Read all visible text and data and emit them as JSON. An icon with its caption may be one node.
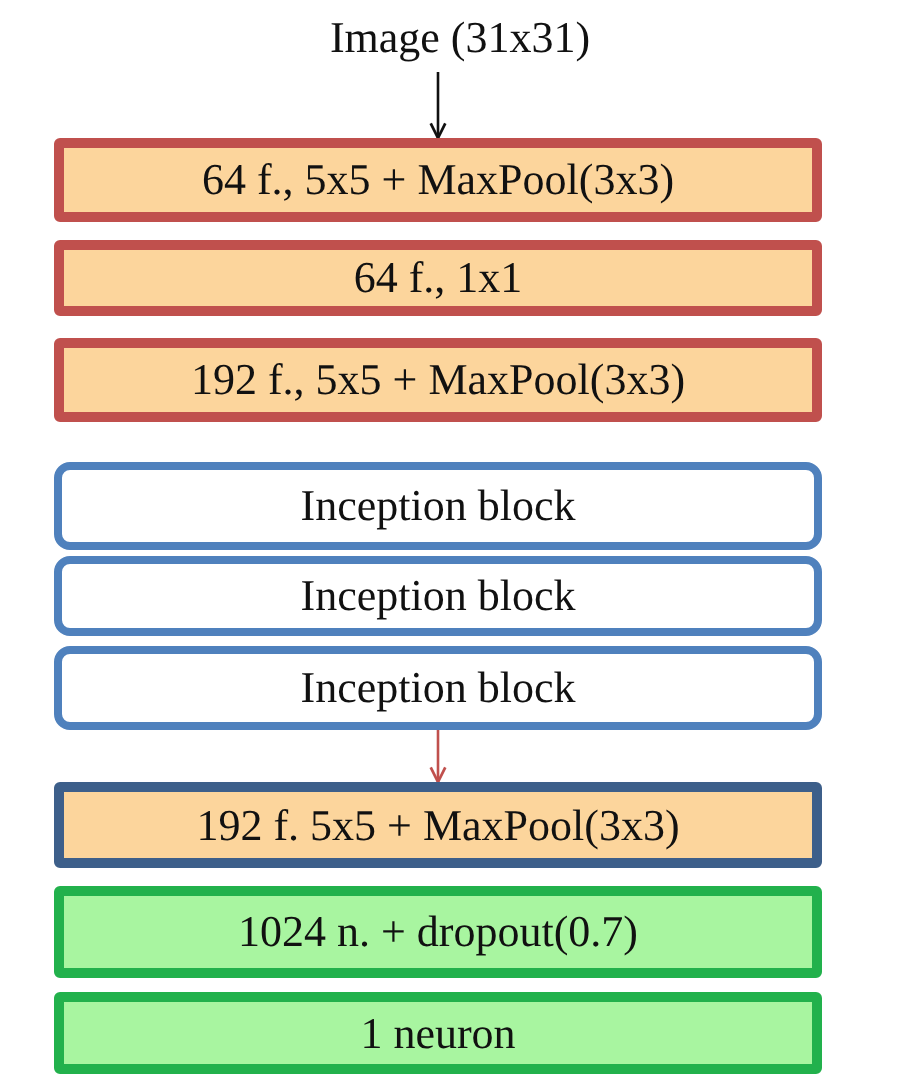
{
  "diagram": {
    "nodes": [
      {
        "text": [
          "Image (31x31)"
        ]
      },
      {
        "text": [
          "64 f., 5x5 + MaxPool(3x3)"
        ]
      },
      {
        "text": [
          "64 f., 1x1"
        ]
      },
      {
        "text": [
          "192 f., 5x5 + MaxPool(3x3)"
        ]
      },
      {
        "text": [
          "Inception block"
        ]
      },
      {
        "text": [
          "Inception block"
        ]
      },
      {
        "text": [
          "Inception block"
        ]
      },
      {
        "text": [
          "192 f. 5x5 + MaxPool(3x3)"
        ]
      },
      {
        "text": [
          "1024 n. + dropout(0.7)"
        ]
      },
      {
        "text": [
          "1 neuron"
        ]
      }
    ],
    "edges": [
      {
        "from": 0,
        "to": 1,
        "arrow": "to"
      },
      {
        "from": 6,
        "to": 7,
        "arrow": "to",
        "color": "#c0504d"
      }
    ]
  }
}
